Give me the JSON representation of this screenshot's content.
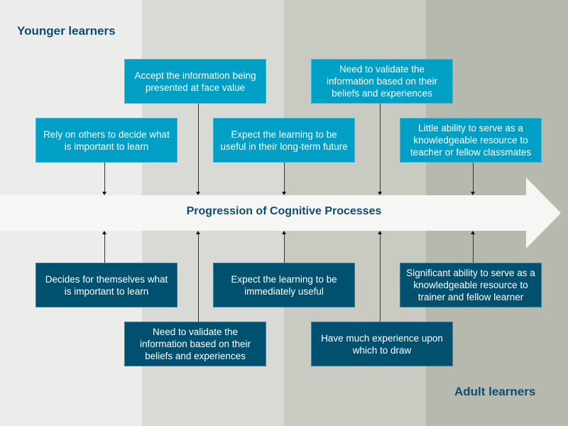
{
  "labels": {
    "younger": "Younger learners",
    "adult": "Adult learners",
    "axis": "Progression of Cognitive Processes"
  },
  "colors": {
    "younger_box": "#009fc6",
    "adult_box": "#00506f",
    "heading": "#0f4d6e"
  },
  "younger_items": [
    {
      "text": "Rely on others to decide what is important to learn"
    },
    {
      "text": "Accept the information being presented at face value"
    },
    {
      "text": "Expect the learning to be useful in their long-term future"
    },
    {
      "text": "Need to validate the information based on their beliefs and experiences"
    },
    {
      "text": "Little ability to serve as a knowledgeable resource to teacher or fellow classmates"
    }
  ],
  "adult_items": [
    {
      "text": "Decides for themselves what is important to learn"
    },
    {
      "text": "Need to validate the information based on their beliefs and experiences"
    },
    {
      "text": "Expect the learning to be immediately useful"
    },
    {
      "text": "Have much experience upon which to draw"
    },
    {
      "text": "Significant ability to serve as a knowledgeable resource to trainer and fellow learner"
    }
  ]
}
